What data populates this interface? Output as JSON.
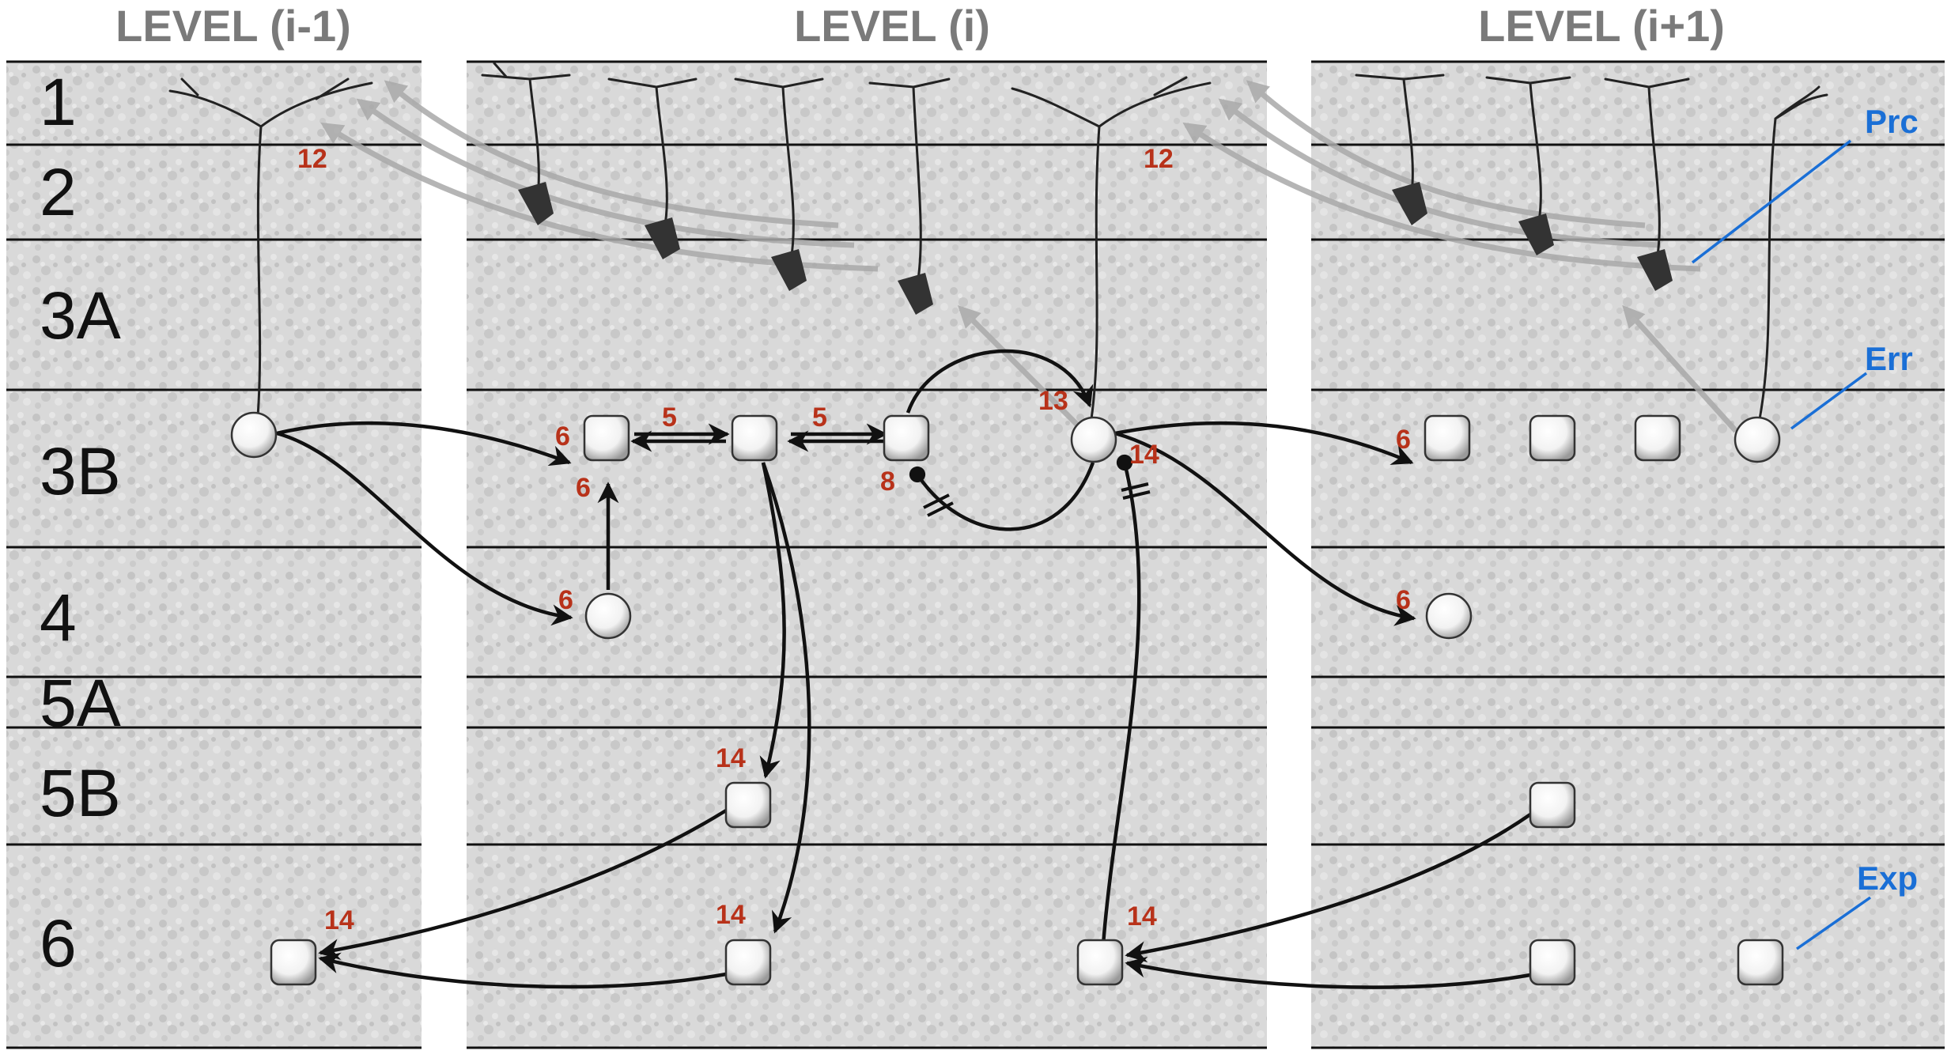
{
  "levels": {
    "left": "LEVEL (i-1)",
    "center": "LEVEL (i)",
    "right": "LEVEL (i+1)"
  },
  "layers": [
    "1",
    "2",
    "3A",
    "3B",
    "4",
    "5A",
    "5B",
    "6"
  ],
  "numbers": {
    "n12_left": "12",
    "n12_center": "12",
    "n6_a": "6",
    "n6_b": "6",
    "n6_c": "6",
    "n6_right_a": "6",
    "n6_right_b": "6",
    "n5_a": "5",
    "n5_b": "5",
    "n8": "8",
    "n13": "13",
    "n14_top": "14",
    "n14_5b": "14",
    "n14_6a": "14",
    "n14_6b": "14",
    "n14_6left": "14"
  },
  "tags": {
    "prc": "Prc",
    "err": "Err",
    "exp": "Exp"
  },
  "colors": {
    "numbers": "#b8321a",
    "tags": "#1a6fd6",
    "titles": "#7a7a7a",
    "panel": "#d6d6d6"
  }
}
